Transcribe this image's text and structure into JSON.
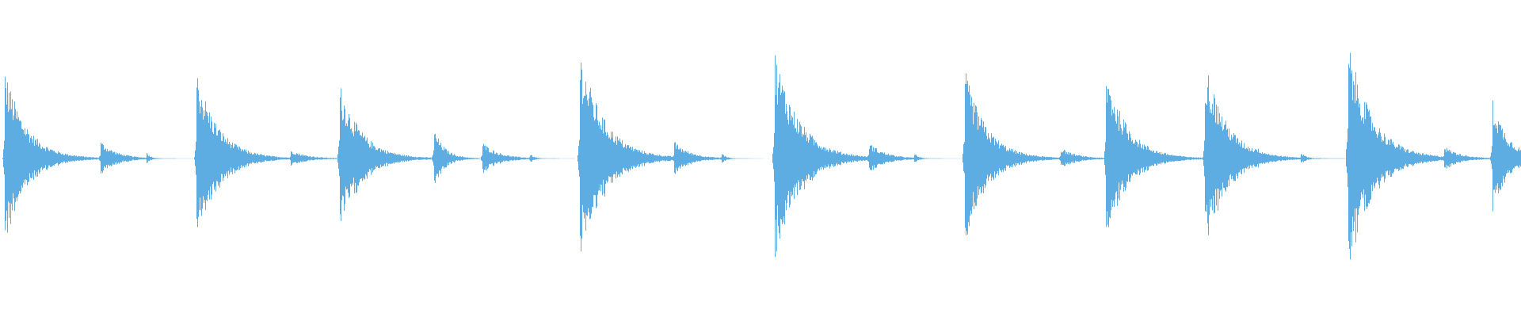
{
  "waveform": {
    "color": "#5dade2",
    "hits": [
      {
        "t": 0.003,
        "amp": 0.82,
        "decay": 0.04
      },
      {
        "t": 0.066,
        "amp": 0.16,
        "decay": 0.03
      },
      {
        "t": 0.096,
        "amp": 0.06,
        "decay": 0.008
      },
      {
        "t": 0.129,
        "amp": 0.82,
        "decay": 0.04
      },
      {
        "t": 0.191,
        "amp": 0.08,
        "decay": 0.03
      },
      {
        "t": 0.223,
        "amp": 0.7,
        "decay": 0.04
      },
      {
        "t": 0.285,
        "amp": 0.28,
        "decay": 0.02
      },
      {
        "t": 0.317,
        "amp": 0.15,
        "decay": 0.03
      },
      {
        "t": 0.348,
        "amp": 0.05,
        "decay": 0.008
      },
      {
        "t": 0.381,
        "amp": 1.0,
        "decay": 0.045
      },
      {
        "t": 0.443,
        "amp": 0.16,
        "decay": 0.03
      },
      {
        "t": 0.474,
        "amp": 0.06,
        "decay": 0.008
      },
      {
        "t": 0.509,
        "amp": 1.0,
        "decay": 0.045
      },
      {
        "t": 0.571,
        "amp": 0.15,
        "decay": 0.03
      },
      {
        "t": 0.601,
        "amp": 0.05,
        "decay": 0.008
      },
      {
        "t": 0.634,
        "amp": 0.82,
        "decay": 0.04
      },
      {
        "t": 0.697,
        "amp": 0.1,
        "decay": 0.03
      },
      {
        "t": 0.727,
        "amp": 0.82,
        "decay": 0.04
      },
      {
        "t": 0.792,
        "amp": 0.92,
        "decay": 0.04
      },
      {
        "t": 0.824,
        "amp": 0.12,
        "decay": 0.03
      },
      {
        "t": 0.855,
        "amp": 0.06,
        "decay": 0.01
      },
      {
        "t": 0.886,
        "amp": 1.08,
        "decay": 0.045
      },
      {
        "t": 0.949,
        "amp": 0.12,
        "decay": 0.03
      },
      {
        "t": 0.981,
        "amp": 0.55,
        "decay": 0.03
      }
    ]
  }
}
